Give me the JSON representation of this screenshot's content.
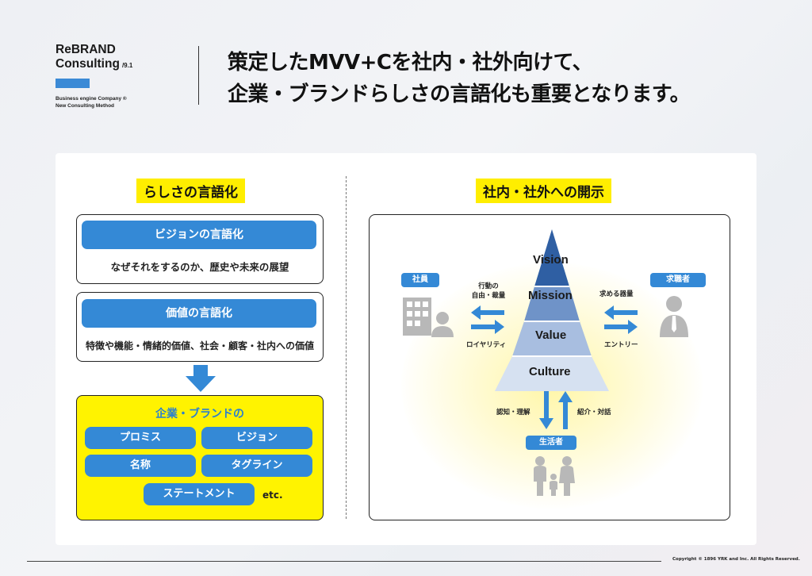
{
  "logo": {
    "line1": "ReBRAND",
    "line2": "Consulting",
    "version": "/9.1",
    "sub1": "Business engine Company ®",
    "sub2": "New Consulting Method"
  },
  "headline": {
    "line1": "策定したMVV+Cを社内・社外向けて、",
    "line2": "企業・ブランドらしさの言語化も重要となります。"
  },
  "left": {
    "title": "らしさの言語化",
    "box1": {
      "label": "ビジョンの言語化",
      "desc": "なぜそれをするのか、歴史や未来の展望"
    },
    "box2": {
      "label": "価値の言語化",
      "desc": "特徴や機能・情緒的価値、社会・顧客・社内への価値"
    },
    "yellow": {
      "title": "企業・ブランドの",
      "items": [
        "プロミス",
        "ビジョン",
        "名称",
        "タグライン",
        "ステートメント"
      ],
      "etc": "etc."
    }
  },
  "right": {
    "title": "社内・社外への開示",
    "pyramid": [
      "Vision",
      "Mission",
      "Value",
      "Culture"
    ],
    "employee": {
      "tag": "社員",
      "top1": "行動の",
      "top2": "自由・裁量",
      "bottom": "ロイヤリティ"
    },
    "applicant": {
      "tag": "求職者",
      "top": "求める器量",
      "bottom": "エントリー"
    },
    "consumer": {
      "tag": "生活者",
      "left": "認知・理解",
      "right": "紹介・対話"
    }
  },
  "footer": {
    "copyright": "Copyright © 1896 YRK and Inc. All Rights Reserved."
  },
  "colors": {
    "blue": "#3489d6",
    "yellow": "#fff300",
    "highlight": "#ffee00",
    "pyramid": [
      "#2f5fa3",
      "#6f93c8",
      "#a8bee0",
      "#d6e1f1"
    ]
  }
}
